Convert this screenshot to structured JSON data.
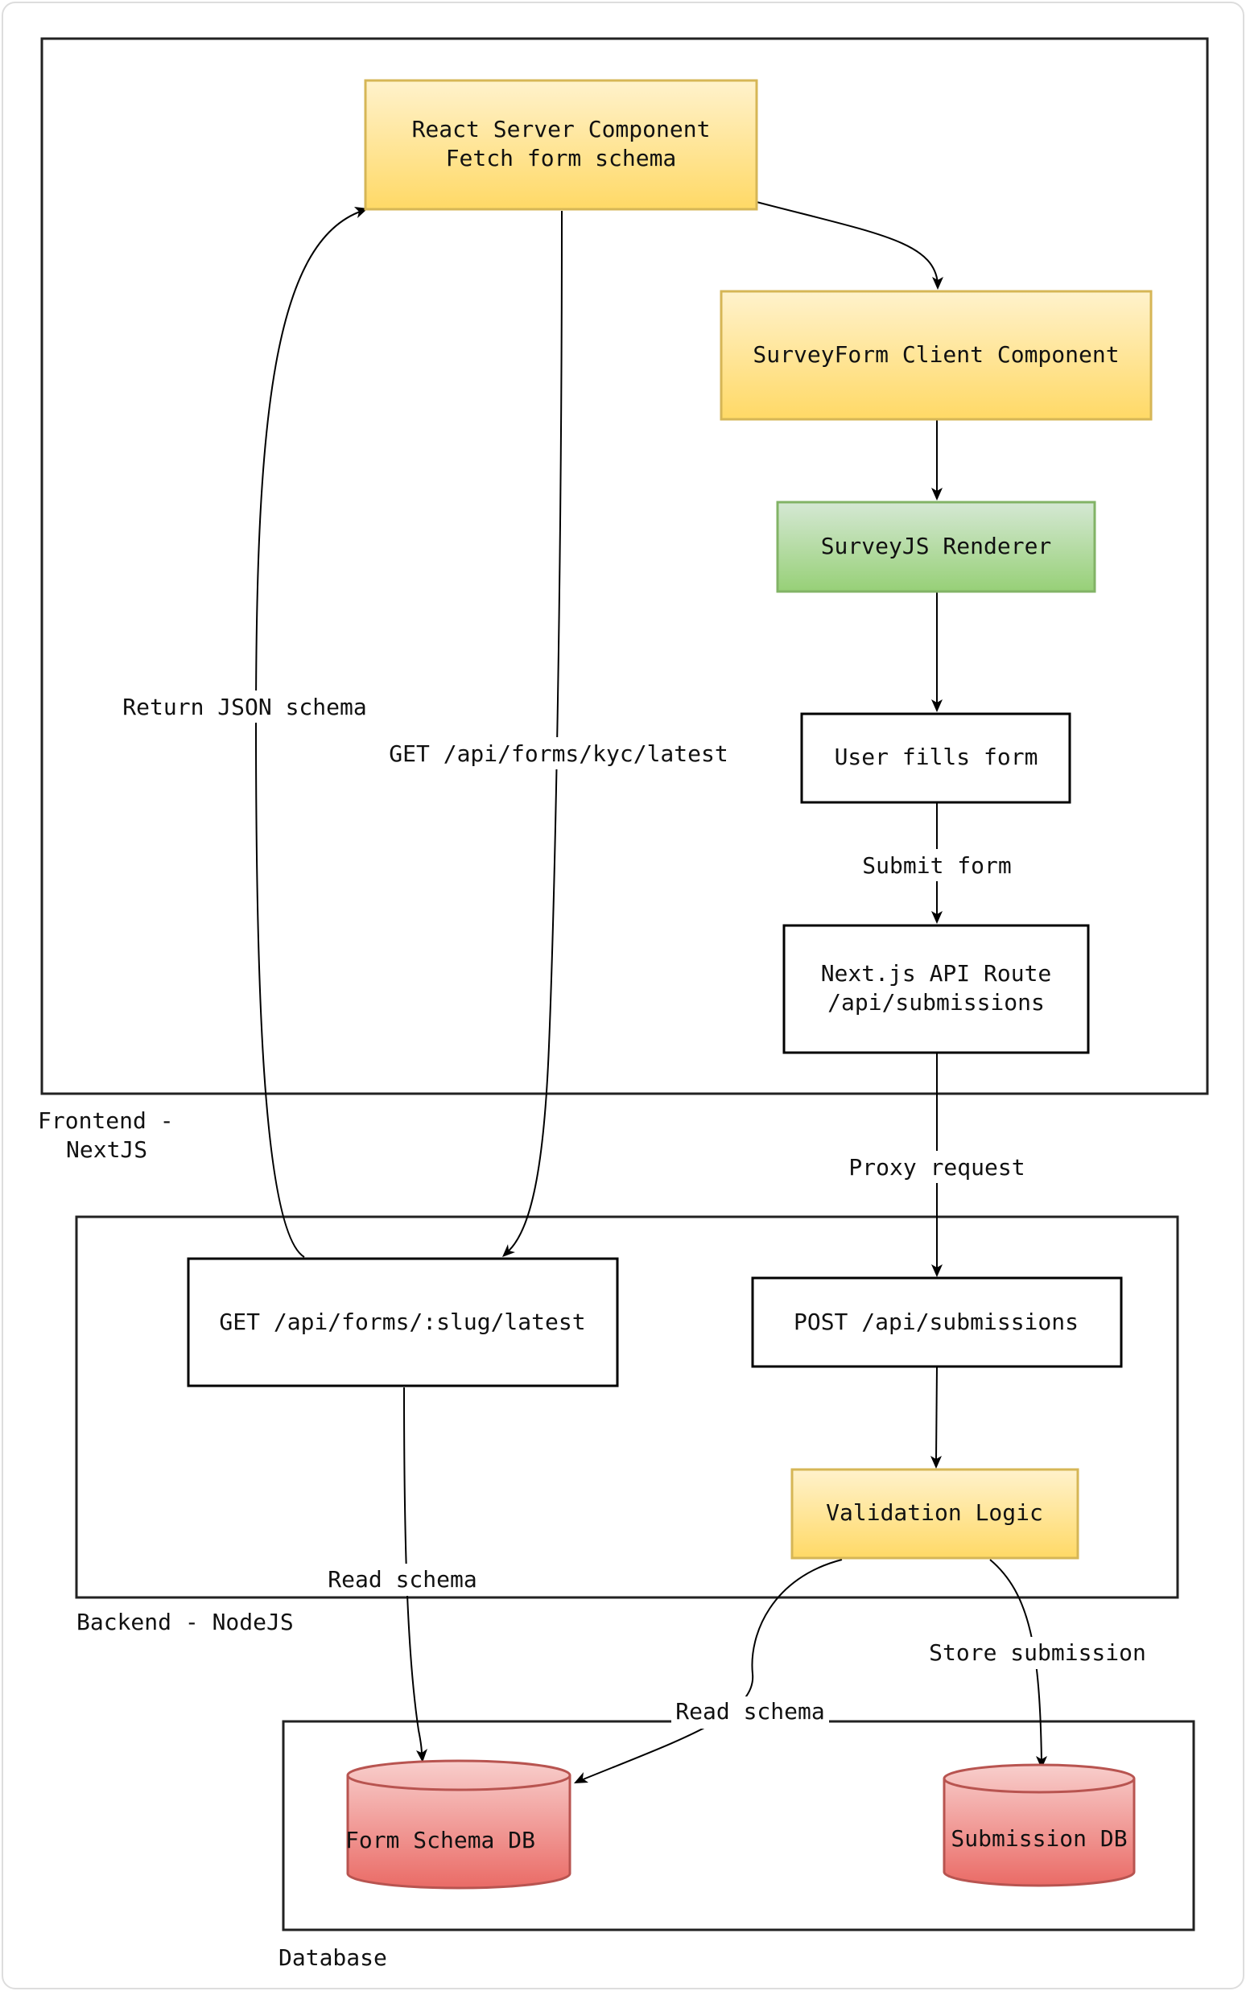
{
  "diagram": {
    "groups": {
      "frontend": {
        "label_line1": "Frontend -",
        "label_line2": "NextJS"
      },
      "backend": {
        "label": "Backend - NodeJS"
      },
      "database": {
        "label": "Database"
      }
    },
    "nodes": {
      "rsc": {
        "line1": "React Server Component",
        "line2": "Fetch form schema",
        "fill_top": "#fff2cc",
        "fill_bottom": "#ffd966",
        "stroke": "#d6b656"
      },
      "client": {
        "label": "SurveyForm Client Component",
        "fill_top": "#fff2cc",
        "fill_bottom": "#ffd966",
        "stroke": "#d6b656"
      },
      "renderer": {
        "label": "SurveyJS Renderer",
        "fill_top": "#d5e8d4",
        "fill_bottom": "#97d077",
        "stroke": "#82b366"
      },
      "user": {
        "label": "User fills form"
      },
      "apiroute": {
        "line1": "Next.js API Route",
        "line2": "/api/submissions"
      },
      "getslug": {
        "label": "GET /api/forms/:slug/latest"
      },
      "postsub": {
        "label": "POST /api/submissions"
      },
      "validation": {
        "label": "Validation Logic",
        "fill_top": "#fff2cc",
        "fill_bottom": "#ffd966",
        "stroke": "#d6b656"
      },
      "schemadb": {
        "label": "Form Schema DB",
        "fill_top": "#f8cecc",
        "fill_bottom": "#ea6b66",
        "stroke": "#b85450"
      },
      "subdb": {
        "label": "Submission DB",
        "fill_top": "#f8cecc",
        "fill_bottom": "#ea6b66",
        "stroke": "#b85450"
      }
    },
    "edge_labels": {
      "return_json": "Return JSON schema",
      "get_kyc": "GET /api/forms/kyc/latest",
      "submit_form": "Submit form",
      "proxy_request": "Proxy request",
      "read_schema_backend": "Read schema",
      "read_schema_db": "Read schema",
      "store_submission": "Store submission"
    }
  }
}
